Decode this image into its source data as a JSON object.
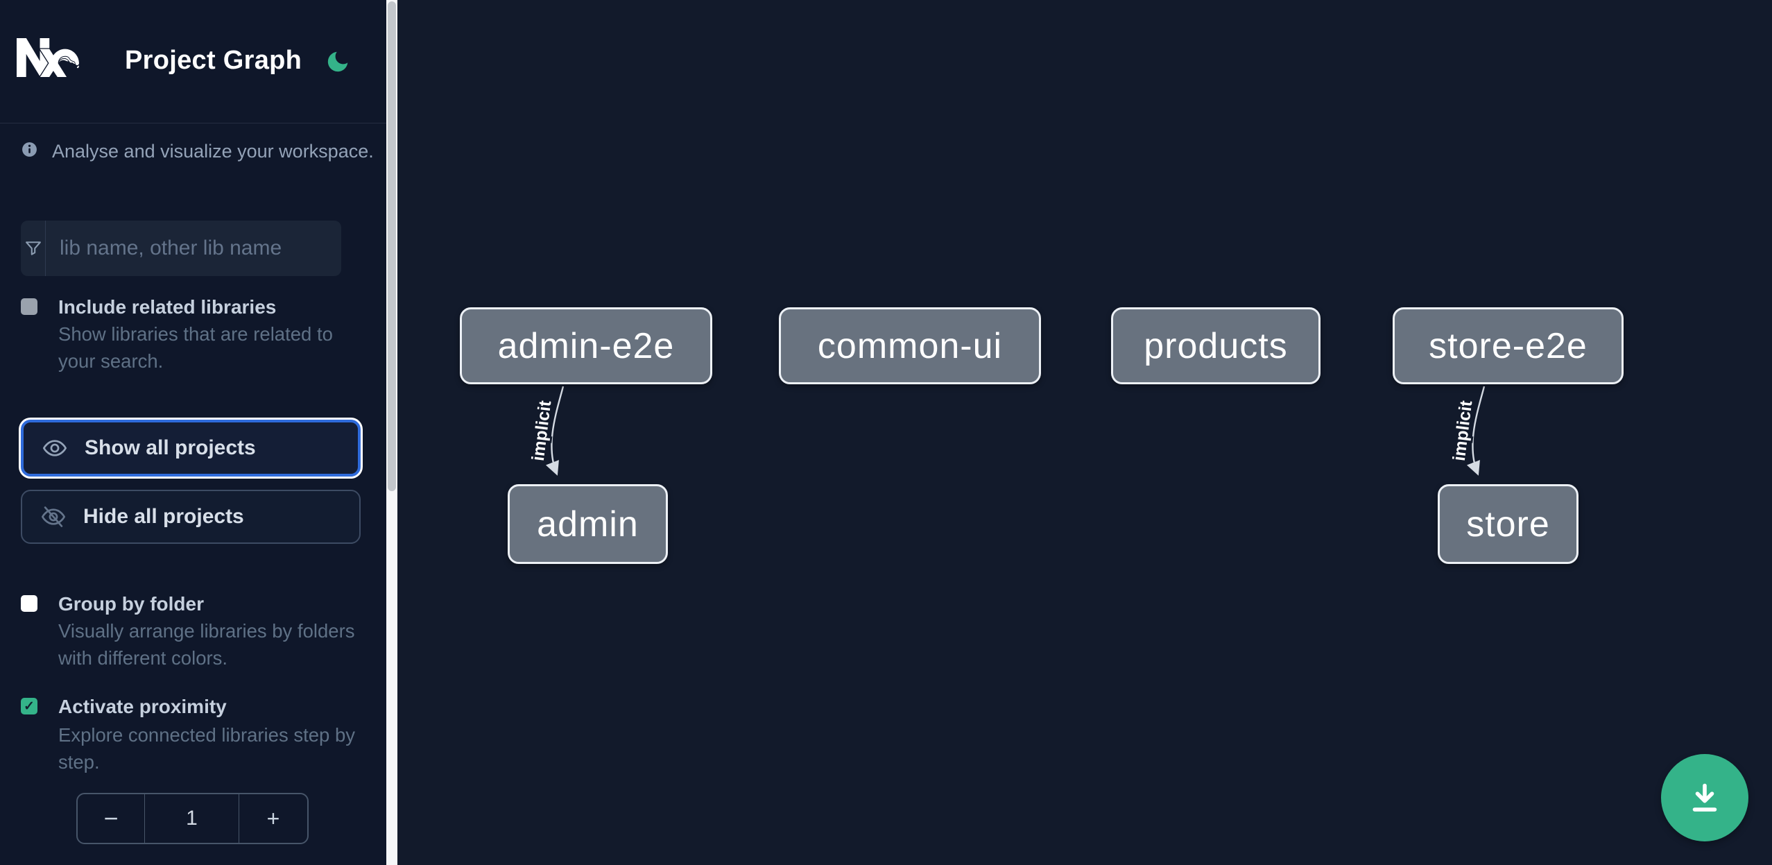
{
  "header": {
    "title": "Project Graph",
    "logo_icon": "nx-logo",
    "theme_toggle_icon": "moon-icon"
  },
  "intro": {
    "icon": "info-icon",
    "text": "Analyse and visualize your workspace."
  },
  "search": {
    "icon": "filter-funnel-icon",
    "placeholder": "lib name, other lib name",
    "value": ""
  },
  "toggles": {
    "include_related": {
      "label": "Include related libraries",
      "description": "Show libraries that are related to your search.",
      "checked": false,
      "enabled": false
    },
    "group_by_folder": {
      "label": "Group by folder",
      "description": "Visually arrange libraries by folders with different colors.",
      "checked": false,
      "enabled": true
    },
    "activate_proximity": {
      "label": "Activate proximity",
      "description": "Explore connected libraries step by step.",
      "checked": true,
      "enabled": true,
      "check_glyph": "✓"
    }
  },
  "buttons": {
    "show_all": "Show all projects",
    "hide_all": "Hide all projects"
  },
  "proximity_stepper": {
    "decrement_label": "−",
    "value": "1",
    "increment_label": "+"
  },
  "graph": {
    "nodes": [
      {
        "id": "admin-e2e",
        "label": "admin-e2e"
      },
      {
        "id": "common-ui",
        "label": "common-ui"
      },
      {
        "id": "products",
        "label": "products"
      },
      {
        "id": "store-e2e",
        "label": "store-e2e"
      },
      {
        "id": "admin",
        "label": "admin"
      },
      {
        "id": "store",
        "label": "store"
      }
    ],
    "edges": [
      {
        "from": "admin-e2e",
        "to": "admin",
        "label": "implicit",
        "type": "implicit"
      },
      {
        "from": "store-e2e",
        "to": "store",
        "label": "implicit",
        "type": "implicit"
      }
    ]
  },
  "fab": {
    "icon": "download-icon"
  },
  "colors": {
    "sidebar_bg": "#0f172a",
    "canvas_bg": "#121a2b",
    "accent_green": "#34b389",
    "focus_blue": "#2f6bdb",
    "node_fill": "#68727f",
    "node_border": "#edf1f6",
    "edge": "#d5dbe3"
  }
}
